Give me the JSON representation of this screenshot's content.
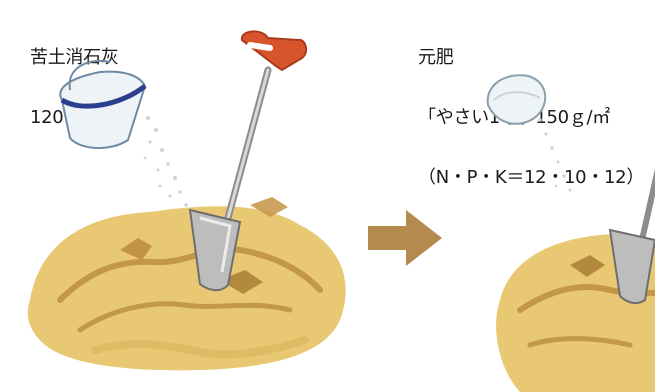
{
  "left": {
    "label_line1": "苦土消石灰",
    "label_line2": "120ｇ/㎡"
  },
  "right": {
    "label_line1": "元肥",
    "label_line2": "「やさい1号」150ｇ/㎡",
    "label_line3": "（N・P・K＝12・10・12）"
  },
  "colors": {
    "soil": "#e4c36a",
    "soil_dark": "#b8863a",
    "handle": "#d8542d",
    "arrow": "#b58a4e"
  },
  "icons": [
    "lime-bucket-icon",
    "shovel-icon",
    "soil-mound-icon",
    "arrow-right-icon",
    "fertilizer-bowl-icon"
  ]
}
